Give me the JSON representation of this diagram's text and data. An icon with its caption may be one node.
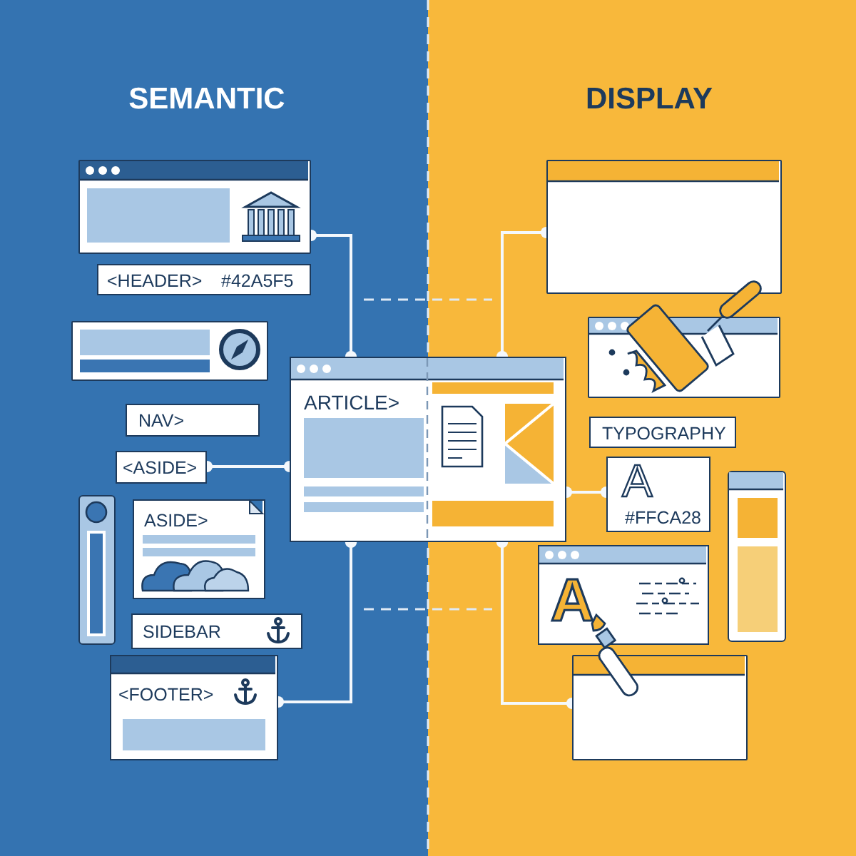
{
  "diagram": {
    "nodes": [
      {
        "text": [],
        "shape": "box"
      },
      {
        "text": [
          "<HEADER>",
          "#42A5F5"
        ]
      },
      {
        "text": [],
        "shape": "box"
      },
      {
        "text": [
          "NAV>"
        ]
      },
      {
        "text": [
          "<ASIDE>"
        ]
      },
      {
        "text": [
          "ARTICLE>"
        ]
      },
      {
        "text": [],
        "shape": "bar"
      },
      {
        "text": [
          "ASIDE>"
        ]
      },
      {
        "text": [
          "SIDEBAR"
        ]
      },
      {
        "text": [
          "<FOOTER>"
        ]
      },
      {
        "text": [],
        "shape": "box"
      },
      {
        "text": [],
        "shape": "box"
      },
      {
        "text": [
          "TYPOGRAPHY"
        ]
      },
      {
        "text": [
          "A",
          "#FFCA28"
        ]
      },
      {
        "text": [],
        "shape": "bar"
      },
      {
        "text": [
          "A"
        ]
      },
      {
        "text": [],
        "shape": "box"
      }
    ],
    "edges": [
      {
        "from": 0,
        "to": 5,
        "arrow": "other"
      },
      {
        "from": 4,
        "to": 5,
        "arrow": "other"
      },
      {
        "from": 5,
        "to": 9,
        "arrow": "other"
      },
      {
        "from": 10,
        "to": 5,
        "arrow": "other"
      },
      {
        "from": 5,
        "to": 13,
        "arrow": "other"
      },
      {
        "from": 5,
        "to": 16,
        "arrow": "other"
      }
    ],
    "labels": [
      "SEMANTIC",
      "DISPLAY"
    ]
  }
}
